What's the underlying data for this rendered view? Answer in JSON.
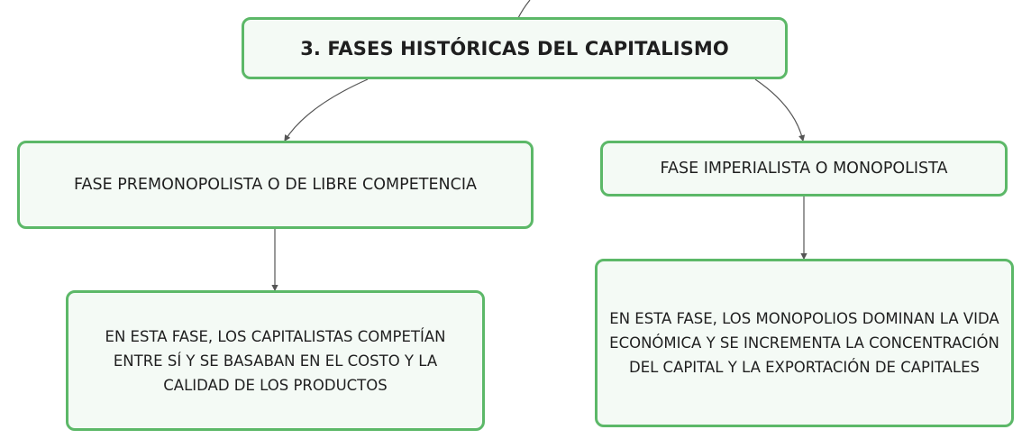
{
  "colors": {
    "node_border": "#5cb868",
    "node_fill": "#f4faf5",
    "connector": "#555555",
    "text": "#1f1f1f"
  },
  "title_node": {
    "label": "3. FASES HISTÓRICAS DEL CAPITALISMO"
  },
  "left_branch": {
    "label": "FASE PREMONOPOLISTA O DE LIBRE COMPETENCIA",
    "description": "EN ESTA FASE, LOS CAPITALISTAS COMPETÍAN ENTRE SÍ Y SE BASABAN EN EL COSTO Y LA CALIDAD DE LOS PRODUCTOS"
  },
  "right_branch": {
    "label": "FASE IMPERIALISTA O MONOPOLISTA",
    "description": "EN ESTA FASE, LOS MONOPOLIOS DOMINAN LA VIDA ECONÓMICA Y SE INCREMENTA LA CONCENTRACIÓN DEL CAPITAL Y LA EXPORTACIÓN DE CAPITALES"
  }
}
